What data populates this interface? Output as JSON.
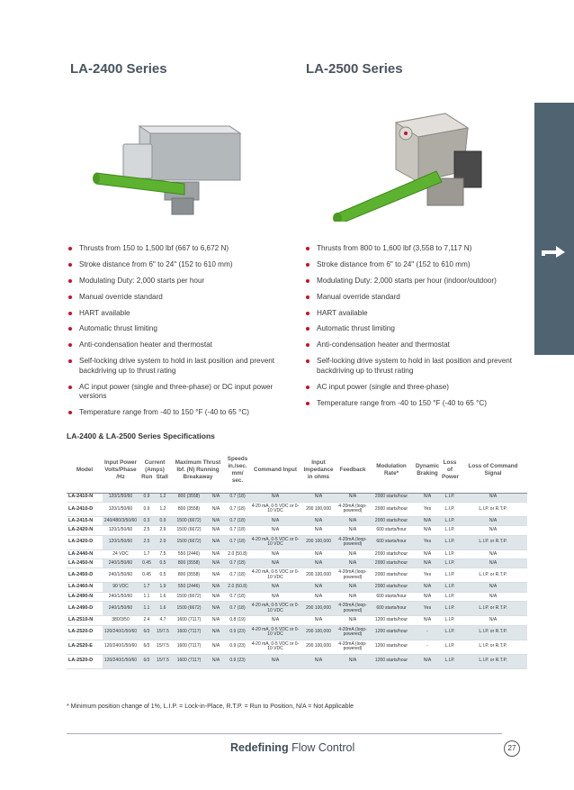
{
  "left_series": {
    "title": "LA-2400 Series",
    "features": [
      "Thrusts from 150 to 1,500 lbf (667 to 6,672 N)",
      "Stroke distance from 6\" to 24\" (152 to 610 mm)",
      "Modulating Duty: 2,000 starts per hour",
      "Manual override standard",
      "HART available",
      "Automatic thrust limiting",
      "Anti-condensation heater and thermostat",
      "Self-locking drive system to hold in last position and prevent backdriving up to thrust rating",
      "AC input power (single and three-phase) or DC input power versions",
      "Temperature range from -40 to 150 °F (-40 to 65 °C)"
    ]
  },
  "right_series": {
    "title": "LA-2500 Series",
    "features": [
      "Thrusts from 800 to 1,600 lbf (3,558 to 7,117 N)",
      "Stroke distance from 6\" to 24\" (152 to 610 mm)",
      "Modulating Duty: 2,000 starts per hour (indoor/outdoor)",
      "Manual override standard",
      "HART available",
      "Automatic thrust limiting",
      "Anti-condensation heater and thermostat",
      "Self-locking drive system to hold in last position and prevent backdriving up to thrust rating",
      "AC input power (single and three-phase)",
      "Temperature range from -40 to 150 °F (-40 to 65 °C)"
    ]
  },
  "specs": {
    "title": "LA-2400 & LA-2500 Series Specifications",
    "headers": {
      "model": "Model",
      "input_power": "Input Power Volts/Phase /Hz",
      "current": "Current (Amps)",
      "run": "Run",
      "stall": "Stall",
      "max_thrust": "Maximum Thrust lbf. (N) Running",
      "breakaway": "Breakaway",
      "speeds": "Speeds in./sec. mm/ sec.",
      "command_input": "Command Input",
      "input_impedance": "Input Impedance in ohms",
      "feedback": "Feedback",
      "modulation": "Modulation Rate*",
      "dynamic_braking": "Dynamic Braking",
      "loss_power": "Loss of Power",
      "loss_command": "Loss of Command Signal"
    },
    "rows": [
      {
        "model": "LA-2410-N",
        "power": "120/1/50/60",
        "run": "0.9",
        "stall": "1.2",
        "running": "800 (3558)",
        "breakaway": "N/A",
        "speed": "0.7 (18)",
        "command": "N/A",
        "impedance": "N/A",
        "feedback": "N/A",
        "modulation": "2000 starts/hour",
        "braking": "N/A",
        "loss_power": "L.I.P.",
        "loss_command": "N/A"
      },
      {
        "model": "LA-2410-D",
        "power": "120/1/50/60",
        "run": "0.9",
        "stall": "1.2",
        "running": "800 (3558)",
        "breakaway": "N/A",
        "speed": "0.7 (18)",
        "command": "4-20 mA, 0-5 VDC or 0-10 VDC",
        "impedance": "200 100,000",
        "feedback": "4-20mA (loop-powered)",
        "modulation": "2000 starts/hour",
        "braking": "Yes",
        "loss_power": "L.I.P.",
        "loss_command": "L.I.P. or R.T.P."
      },
      {
        "model": "LA-2415-N",
        "power": "240/480/3/50/60",
        "run": "0.3",
        "stall": "0.9",
        "running": "1500 (6672)",
        "breakaway": "N/A",
        "speed": "0.7 (18)",
        "command": "N/A",
        "impedance": "N/A",
        "feedback": "N/A",
        "modulation": "2000 starts/hour",
        "braking": "N/A",
        "loss_power": "L.I.P.",
        "loss_command": "N/A"
      },
      {
        "model": "LA-2420-N",
        "power": "120/1/50/60",
        "run": "2.5",
        "stall": "2.9",
        "running": "1500 (6672)",
        "breakaway": "N/A",
        "speed": "0.7 (18)",
        "command": "N/A",
        "impedance": "N/A",
        "feedback": "N/A",
        "modulation": "600 starts/hour",
        "braking": "N/A",
        "loss_power": "L.I.P.",
        "loss_command": "N/A"
      },
      {
        "model": "LA-2420-D",
        "power": "120/1/50/60",
        "run": "2.5",
        "stall": "2.9",
        "running": "1500 (6672)",
        "breakaway": "N/A",
        "speed": "0.7 (18)",
        "command": "4-20 mA, 0-5 VDC or 0-10 VDC",
        "impedance": "200 100,000",
        "feedback": "4-20mA (loop-powered)",
        "modulation": "600 starts/hour",
        "braking": "Yes",
        "loss_power": "L.I.P.",
        "loss_command": "L.I.P. or R.T.P."
      },
      {
        "model": "LA-2440-N",
        "power": "24 VDC",
        "run": "1.7",
        "stall": "7.5",
        "running": "550 (2446)",
        "breakaway": "N/A",
        "speed": "2.0 (50.8)",
        "command": "N/A",
        "impedance": "N/A",
        "feedback": "N/A",
        "modulation": "2000 starts/hour",
        "braking": "N/A",
        "loss_power": "L.I.P.",
        "loss_command": "N/A"
      },
      {
        "model": "LA-2450-N",
        "power": "240/1/50/60",
        "run": "0.45",
        "stall": "0.5",
        "running": "800 (3558)",
        "breakaway": "N/A",
        "speed": "0.7 (18)",
        "command": "N/A",
        "impedance": "N/A",
        "feedback": "N/A",
        "modulation": "2000 starts/hour",
        "braking": "N/A",
        "loss_power": "L.I.P.",
        "loss_command": "N/A"
      },
      {
        "model": "LA-2450-D",
        "power": "240/1/50/60",
        "run": "0.45",
        "stall": "0.5",
        "running": "800 (3558)",
        "breakaway": "N/A",
        "speed": "0.7 (18)",
        "command": "4-20 mA, 0-5 VDC or 0-10 VDC",
        "impedance": "200 100,000",
        "feedback": "4-20mA (loop-powered)",
        "modulation": "2000 starts/hour",
        "braking": "Yes",
        "loss_power": "L.I.P.",
        "loss_command": "L.I.P. or R.T.P."
      },
      {
        "model": "LA-2460-N",
        "power": "90 VDC",
        "run": "1.7",
        "stall": "1.9",
        "running": "550 (2446)",
        "breakaway": "N/A",
        "speed": "2.0 (50.8)",
        "command": "N/A",
        "impedance": "N/A",
        "feedback": "N/A",
        "modulation": "2000 starts/hour",
        "braking": "N/A",
        "loss_power": "L.I.P.",
        "loss_command": "N/A"
      },
      {
        "model": "LA-2490-N",
        "power": "240/1/50/60",
        "run": "1.1",
        "stall": "1.6",
        "running": "1500 (6672)",
        "breakaway": "N/A",
        "speed": "0.7 (18)",
        "command": "N/A",
        "impedance": "N/A",
        "feedback": "N/A",
        "modulation": "600 starts/hour",
        "braking": "N/A",
        "loss_power": "L.I.P.",
        "loss_command": "N/A"
      },
      {
        "model": "LA-2490-D",
        "power": "240/1/50/60",
        "run": "1.1",
        "stall": "1.6",
        "running": "1500 (6672)",
        "breakaway": "N/A",
        "speed": "0.7 (18)",
        "command": "4-20 mA, 0-5 VDC or 0-10 VDC",
        "impedance": "200 100,000",
        "feedback": "4-20mA (loop-powered)",
        "modulation": "600 starts/hour",
        "braking": "Yes",
        "loss_power": "L.I.P.",
        "loss_command": "L.I.P. or R.T.P."
      },
      {
        "model": "LA-2510-N",
        "power": "380/3/50",
        "run": "2.4",
        "stall": "4.7",
        "running": "1600 (7117)",
        "breakaway": "N/A",
        "speed": "0.8 (19)",
        "command": "N/A",
        "impedance": "N/A",
        "feedback": "N/A",
        "modulation": "1200 starts/hour",
        "braking": "N/A",
        "loss_power": "L.I.P.",
        "loss_command": "N/A"
      },
      {
        "model": "LA-2520-D",
        "power": "120/240/1/50/60",
        "run": "6/3",
        "stall": "15/7.5",
        "running": "1600 (7117)",
        "breakaway": "N/A",
        "speed": "0.9 (23)",
        "command": "4-20 mA, 0-5 VDC or 0-10 VDC",
        "impedance": "200 100,000",
        "feedback": "4-20mA (loop-powered)",
        "modulation": "1200 starts/hour",
        "braking": "-",
        "loss_power": "L.I.P.",
        "loss_command": "L.I.P. or R.T.P."
      },
      {
        "model": "LA-2520-E",
        "power": "120/240/1/50/60",
        "run": "6/3",
        "stall": "15/7.5",
        "running": "1600 (7117)",
        "breakaway": "N/A",
        "speed": "0.9 (23)",
        "command": "4-20 mA, 0-5 VDC or 0-10 VDC",
        "impedance": "200 100,000",
        "feedback": "4-20mA (loop-powered)",
        "modulation": "1200 starts/hour",
        "braking": "-",
        "loss_power": "L.I.P.",
        "loss_command": "L.I.P. or R.T.P."
      },
      {
        "model": "LA-2520-D",
        "power": "120/240/1/50/60",
        "run": "6/3",
        "stall": "15/7.5",
        "running": "1600 (7117)",
        "breakaway": "N/A",
        "speed": "0.9 (23)",
        "command": "N/A",
        "impedance": "N/A",
        "feedback": "N/A",
        "modulation": "1200 starts/hour",
        "braking": "N/A",
        "loss_power": "L.I.P.",
        "loss_command": "L.I.P. or R.T.P."
      }
    ],
    "footnote": "* Minimum position change of 1%, L.I.P. = Lock-in-Place, R.T.P. = Run to Position, N/A = Not Applicable"
  },
  "footer": {
    "brand_bold": "Redefining",
    "brand_rest": " Flow Control",
    "page_number": "27"
  },
  "colors": {
    "accent_tab": "#4f6470",
    "bullet": "#c8102e",
    "table_stripe": "#dfe6ea"
  }
}
